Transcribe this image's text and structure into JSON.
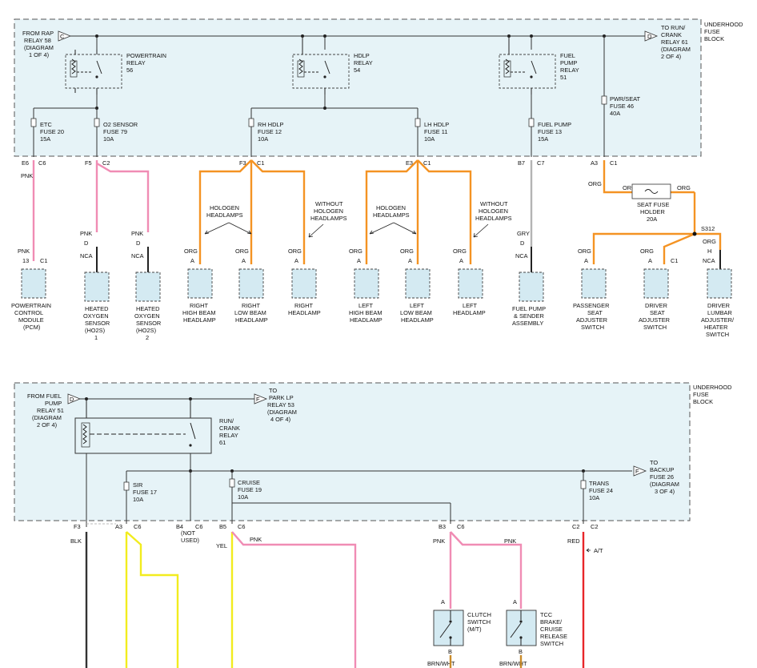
{
  "colors": {
    "pnk": "#f08cb4",
    "org": "#f49323",
    "gry": "#b4b4b4",
    "yel": "#f2ec1e",
    "red": "#e8262a",
    "blk": "#333333",
    "brn": "#c98b2a",
    "fuse_block_fill": "#e6f3f7"
  },
  "top": {
    "block_label": [
      "UNDERHOOD",
      "FUSE",
      "BLOCK"
    ],
    "from_rap": [
      "FROM RAP",
      "RELAY 58",
      "(DIAGRAM",
      "1 OF 4)"
    ],
    "from_rap_letter": "C",
    "to_run": [
      "TO RUN/",
      "CRANK",
      "RELAY 61",
      "(DIAGRAM",
      "2 OF 4)"
    ],
    "to_run_letter": "D",
    "relays": [
      [
        "POWERTRAIN",
        "RELAY",
        "56"
      ],
      [
        "HDLP",
        "RELAY",
        "54"
      ],
      [
        "FUEL",
        "PUMP",
        "RELAY",
        "51"
      ]
    ],
    "fuses": [
      [
        "ETC",
        "FUSE 20",
        "15A"
      ],
      [
        "O2 SENSOR",
        "FUSE 79",
        "10A"
      ],
      [
        "RH HDLP",
        "FUSE 12",
        "10A"
      ],
      [
        "LH HDLP",
        "FUSE 11",
        "10A"
      ],
      [
        "FUEL PUMP",
        "FUSE 13",
        "15A"
      ],
      [
        "PWR/SEAT",
        "FUSE 46",
        "40A"
      ]
    ],
    "pins": [
      "E6",
      "F5",
      "F3",
      "E3",
      "B7",
      "A3"
    ],
    "c_labels": [
      "C6",
      "C2",
      "C1",
      "C1",
      "C7",
      "C1"
    ],
    "hologen_headlamps": [
      "HOLOGEN",
      "HEADLAMPS"
    ],
    "without_hologen": [
      "WITHOUT",
      "HOLOGEN",
      "HEADLAMPS"
    ],
    "wire_labels": {
      "pnk": "PNK",
      "org": "ORG",
      "gry": "GRY",
      "nca": "NCA",
      "a": "A",
      "d": "D",
      "h": "H",
      "13": "13",
      "c1": "C1"
    },
    "seat_fuse": [
      "SEAT FUSE",
      "HOLDER",
      "20A"
    ],
    "splice": "S312",
    "components": [
      [
        "POWERTRAIN",
        "CONTROL",
        "MODULE",
        "(PCM)"
      ],
      [
        "HEATED",
        "OXYGEN",
        "SENSOR",
        "(HO2S)",
        "1"
      ],
      [
        "HEATED",
        "OXYGEN",
        "SENSOR",
        "(HO2S)",
        "2"
      ],
      [
        "RIGHT",
        "HIGH BEAM",
        "HEADLAMP"
      ],
      [
        "RIGHT",
        "LOW BEAM",
        "HEADLAMP"
      ],
      [
        "RIGHT",
        "HEADLAMP"
      ],
      [
        "LEFT",
        "HIGH BEAM",
        "HEADLAMP"
      ],
      [
        "LEFT",
        "LOW BEAM",
        "HEADLAMP"
      ],
      [
        "LEFT",
        "HEADLAMP"
      ],
      [
        "FUEL PUMP",
        "& SENDER",
        "ASSEMBLY"
      ],
      [
        "PASSENGER",
        "SEAT",
        "ADJUSTER",
        "SWITCH"
      ],
      [
        "DRIVER",
        "SEAT",
        "ADJUSTER",
        "SWITCH"
      ],
      [
        "DRIVER",
        "LUMBAR",
        "ADJUSTER/",
        "HEATER",
        "SWITCH"
      ]
    ]
  },
  "bottom": {
    "block_label": [
      "UNDERHOOD",
      "FUSE",
      "BLOCK"
    ],
    "from_fuel": [
      "FROM FUEL",
      "PUMP",
      "RELAY 51",
      "(DIAGRAM",
      "2 OF 4)"
    ],
    "from_fuel_letter": "D",
    "to_park": [
      "TO",
      "PARK LP",
      "RELAY 53",
      "(DIAGRAM",
      "4 OF 4)"
    ],
    "to_park_letter": "F",
    "to_backup": [
      "TO",
      "BACKUP",
      "FUSE 26",
      "(DIAGRAM",
      "3 OF 4)"
    ],
    "to_backup_letter": "F",
    "relay": [
      "RUN/",
      "CRANK",
      "RELAY",
      "61"
    ],
    "fuses": [
      [
        "SIR",
        "FUSE 17",
        "10A"
      ],
      [
        "CRUISE",
        "FUSE 19",
        "10A"
      ],
      [
        "TRANS",
        "FUSE 24",
        "10A"
      ]
    ],
    "pins": [
      "F3",
      "A3",
      "B4",
      "B5",
      "B3",
      "C2"
    ],
    "c_labels": [
      "C6",
      "C6",
      "C6",
      "C6",
      "C2"
    ],
    "not_used": [
      "(NOT",
      "USED)"
    ],
    "wire_labels": {
      "blk": "BLK",
      "yel": "YEL",
      "pnk": "PNK",
      "red": "RED",
      "at": "A/T",
      "a": "A",
      "b": "B",
      "brn": "BRN/WHT"
    },
    "switches": [
      [
        "CLUTCH",
        "SWITCH",
        "(M/T)"
      ],
      [
        "TCC",
        "BRAKE/",
        "CRUISE",
        "RELEASE",
        "SWITCH"
      ]
    ]
  }
}
